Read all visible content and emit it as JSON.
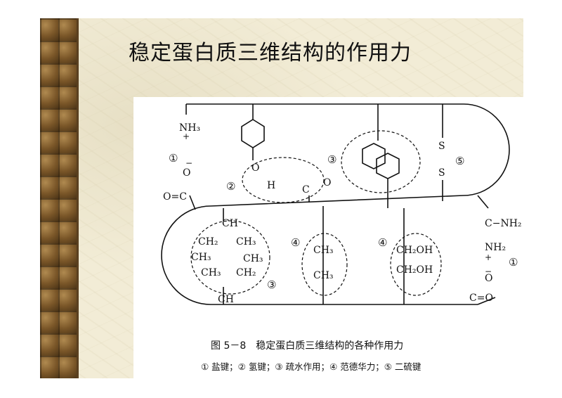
{
  "slide": {
    "title": "稳定蛋白质三维结构的作用力"
  },
  "figure": {
    "caption": "图 5－8　稳定蛋白质三维结构的各种作用力",
    "legend": "① 盐键；② 氢键；③ 疏水作用；④ 范德华力；⑤ 二硫键",
    "markers": [
      "①",
      "②",
      "③",
      "⑤",
      "④",
      "④",
      "③",
      "①"
    ],
    "groups": {
      "nh3": "NH₃",
      "plus": "+",
      "minus_o": "O",
      "minus_sign": "−",
      "c_eq_o_left": "O=C",
      "hbond_o": "O",
      "hbond_h": "H",
      "carbonyl_c": "C",
      "carbonyl_o": "O",
      "s_top": "S",
      "s_bottom": "S",
      "guanidino": "C−NH₂",
      "nh2": "NH₂",
      "ch_top": "CH",
      "ch2_left": "CH₂",
      "ch3_a": "CH₃",
      "ch3_b": "CH₃",
      "ch3_c": "CH₃",
      "ch3_d": "CH₃",
      "ch2_right": "CH₂",
      "ch_bottom": "CH",
      "vdw_ch3_top": "CH₃",
      "vdw_ch3_bottom": "CH₃",
      "ch2oh_top": "CH₂OH",
      "ch2oh_bottom": "CH₂OH",
      "o_bottom": "O",
      "c_eq_o_bottom": "C=O"
    }
  }
}
